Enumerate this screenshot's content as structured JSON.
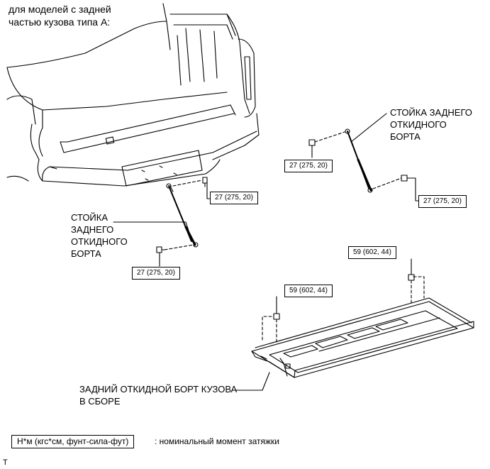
{
  "title_lines": [
    "для моделей с задней",
    "частью кузова типа A:"
  ],
  "labels": {
    "stay_right": [
      "СТОЙКА ЗАДНЕГО",
      "ОТКИДНОГО",
      "БОРТА"
    ],
    "stay_left": [
      "СТОЙКА",
      "ЗАДНЕГО",
      "ОТКИДНОГО",
      "БОРТА"
    ],
    "tailgate": [
      "ЗАДНИЙ ОТКИДНОЙ БОРТ КУЗОВА",
      "В СБОРЕ"
    ]
  },
  "torque": {
    "left_upper": "27 (275, 20)",
    "left_lower": "27 (275, 20)",
    "right_upper": "27 (275, 20)",
    "right_lower": "27 (275, 20)",
    "gate_left": "59 (602, 44)",
    "gate_right": "59 (602, 44)"
  },
  "legend": {
    "unit_box": "Н*м (кгс*см, фунт-сила-фут)",
    "description": ": номинальный момент затяжки"
  },
  "footer_mark": "T"
}
